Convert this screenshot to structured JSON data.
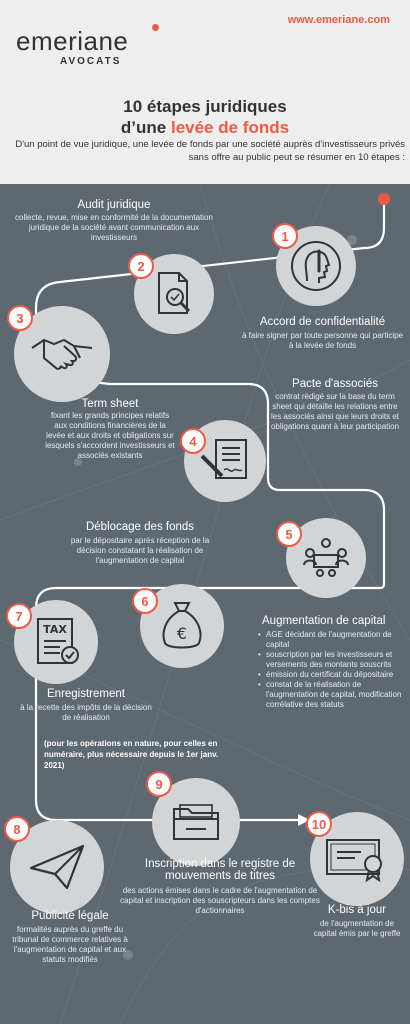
{
  "header": {
    "url": "www.emeriane.com",
    "logo_name": "emeriane",
    "logo_sub": "AVOCATS",
    "title_line1": "10 étapes juridiques",
    "title_line2_prefix": "d’une ",
    "title_line2_accent": "levée de fonds",
    "intro": "D'un point de vue juridique, une levée de fonds par une société auprès d'investisseurs privés sans offre au public peut se résumer en 10 étapes :"
  },
  "colors": {
    "accent": "#ee5a45",
    "background": "#5e6871",
    "circle": "#d2d4d6",
    "header": "#eeeeef"
  },
  "steps": [
    {
      "number": "1",
      "title": "Accord de confidentialité",
      "desc": "à faire signer par toute personne qui participe à la levée de fonds",
      "icon": "silence-finger-icon"
    },
    {
      "number": "2",
      "title": "Audit juridique",
      "desc": "collecte, revue, mise en conformité de la documentation juridique de la société avant communication aux investisseurs",
      "icon": "document-search-icon"
    },
    {
      "number": "3",
      "title": "Term sheet",
      "desc": "fixant les grands principes relatifs aux conditions financières de la levée et aux droits et obligations sur lesquels s'accordent investisseurs et associés existants",
      "icon": "handshake-icon"
    },
    {
      "number": "4",
      "title": "Pacte d'associés",
      "desc": "contrat rédigé sur la base du term sheet qui détaille les relations entre les associés ainsi que leurs droits et obligations quant à leur participation",
      "icon": "contract-signing-icon"
    },
    {
      "number": "5",
      "title": "Augmentation de capital",
      "bullets": [
        "AGE décidant de l'augmentation de capital",
        "souscription par les investisseurs et versements des montants souscrits",
        "émission du certificat du dépositaire",
        "constat de la réalisation de l'augmentation de capital, modification corrélative des statuts"
      ],
      "icon": "meeting-table-icon"
    },
    {
      "number": "6",
      "title": "Déblocage des fonds",
      "desc": "par le dépositaire après réception de la décision constatant la réalisation de l'augmentation de capital",
      "icon": "euro-money-bag-icon"
    },
    {
      "number": "7",
      "title": "Enregistrement",
      "desc": "à la recette des impôts de la décision de réalisation",
      "note": "(pour les opérations en nature, pour celles en numéraire, plus nécessaire depuis le 1er janv. 2021)",
      "icon": "tax-form-icon"
    },
    {
      "number": "8",
      "title": "Publicité légale",
      "desc": "formalités auprès du greffe du tribunal de commerce relatives à l'augmentation de capital et aux statuts modifiés",
      "icon": "paper-plane-icon"
    },
    {
      "number": "9",
      "title": "Inscription dans le registre de mouvements de titres",
      "desc": "des actions émises dans le cadre de l'augmentation de capital et inscription des souscripteurs dans les comptes d'actionnaires",
      "icon": "folder-icon"
    },
    {
      "number": "10",
      "title": "K-bis à jour",
      "desc": "de l'augmentation de capital émis par le greffe",
      "icon": "certificate-icon"
    }
  ]
}
